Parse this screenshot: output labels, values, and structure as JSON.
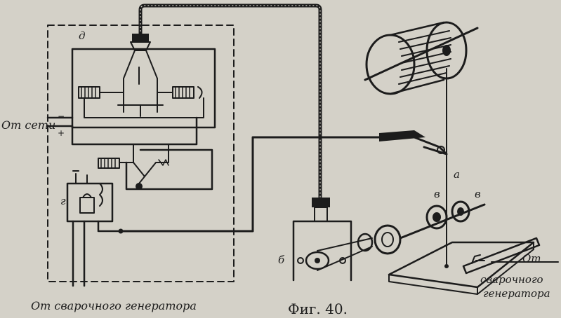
{
  "labels": {
    "d": "д",
    "g": "г",
    "a": "а",
    "b": "б",
    "v1": "в",
    "v2": "в",
    "from_network": "От сети",
    "plus": "+",
    "minus": "−",
    "from_welding_generator_left": "От сварочного генератора",
    "from_welding_generator_right_line1": "От",
    "from_welding_generator_right_line2": "сварочного",
    "from_welding_generator_right_line3": "генератора"
  },
  "caption": "Фиг. 40.",
  "colors": {
    "paper": "#d4d1c8",
    "ink": "#1c1c1c"
  }
}
